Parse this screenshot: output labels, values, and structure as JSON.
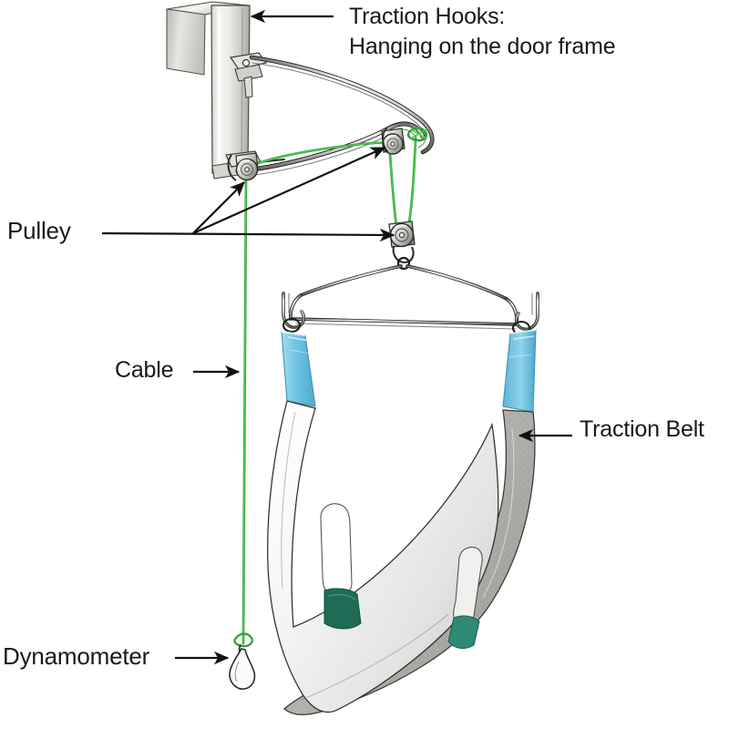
{
  "figure": {
    "title": "Over-door cervical traction device",
    "background_color": "#ffffff"
  },
  "labels": {
    "traction_hooks_line1": "Traction Hooks:",
    "traction_hooks_line2": "Hanging on the door frame",
    "pulley": "Pulley",
    "cable": "Cable",
    "traction_belt": "Traction Belt",
    "dynamometer": "Dynamometer",
    "watermark": ""
  },
  "colors": {
    "cable_green": "#3cc83c",
    "cable_green_dark": "#1f8f2a",
    "strap_blue": "#7ecfe8",
    "strap_blue_dark": "#4aa8cc",
    "patch_green": "#1f6b55",
    "patch_teal": "#2e9b86",
    "metal_light": "#f2f2f0",
    "metal_mid": "#c9c9c4",
    "metal_dark": "#8d8d88",
    "belt_white": "#f4f5f4",
    "belt_grey": "#b9b9b4",
    "outline": "#1a1a1a",
    "text": "#191919"
  },
  "parts": [
    {
      "name": "traction-hook-bracket",
      "description": "Inverted U steel plate that hangs over the door frame"
    },
    {
      "name": "support-arm",
      "description": "Bent steel rod arm projecting from the bracket"
    },
    {
      "name": "pulley-fixed-left",
      "description": "Fixed pulley at the inner end of the arm"
    },
    {
      "name": "pulley-fixed-right",
      "description": "Fixed pulley at the outer end of the arm"
    },
    {
      "name": "pulley-movable",
      "description": "Movable pulley hanging below the arm on the cable"
    },
    {
      "name": "cable",
      "description": "Green braided traction cord routed over the pulleys"
    },
    {
      "name": "spreader-bar",
      "description": "Triangular wire hanger with hooks at both ends"
    },
    {
      "name": "strap-left",
      "description": "Blue adjustable strap, left"
    },
    {
      "name": "strap-right",
      "description": "Blue adjustable strap, right"
    },
    {
      "name": "traction-belt",
      "description": "Head/chin sling with white front panel and grey back panel"
    },
    {
      "name": "dynamometer",
      "description": "Small force gauge hanging at the free end of the cable"
    }
  ],
  "annotations": [
    {
      "label_key": "traction_hooks_line1",
      "points_to": "traction-hook-bracket",
      "arrow_direction": "left"
    },
    {
      "label_key": "pulley",
      "points_to": "pulley-fixed-left",
      "arrow_direction": "up-right"
    },
    {
      "label_key": "pulley",
      "points_to": "pulley-fixed-right",
      "arrow_direction": "up-right"
    },
    {
      "label_key": "pulley",
      "points_to": "pulley-movable",
      "arrow_direction": "right"
    },
    {
      "label_key": "cable",
      "points_to": "cable",
      "arrow_direction": "right"
    },
    {
      "label_key": "traction_belt",
      "points_to": "traction-belt",
      "arrow_direction": "left"
    },
    {
      "label_key": "dynamometer",
      "points_to": "dynamometer",
      "arrow_direction": "right"
    }
  ]
}
